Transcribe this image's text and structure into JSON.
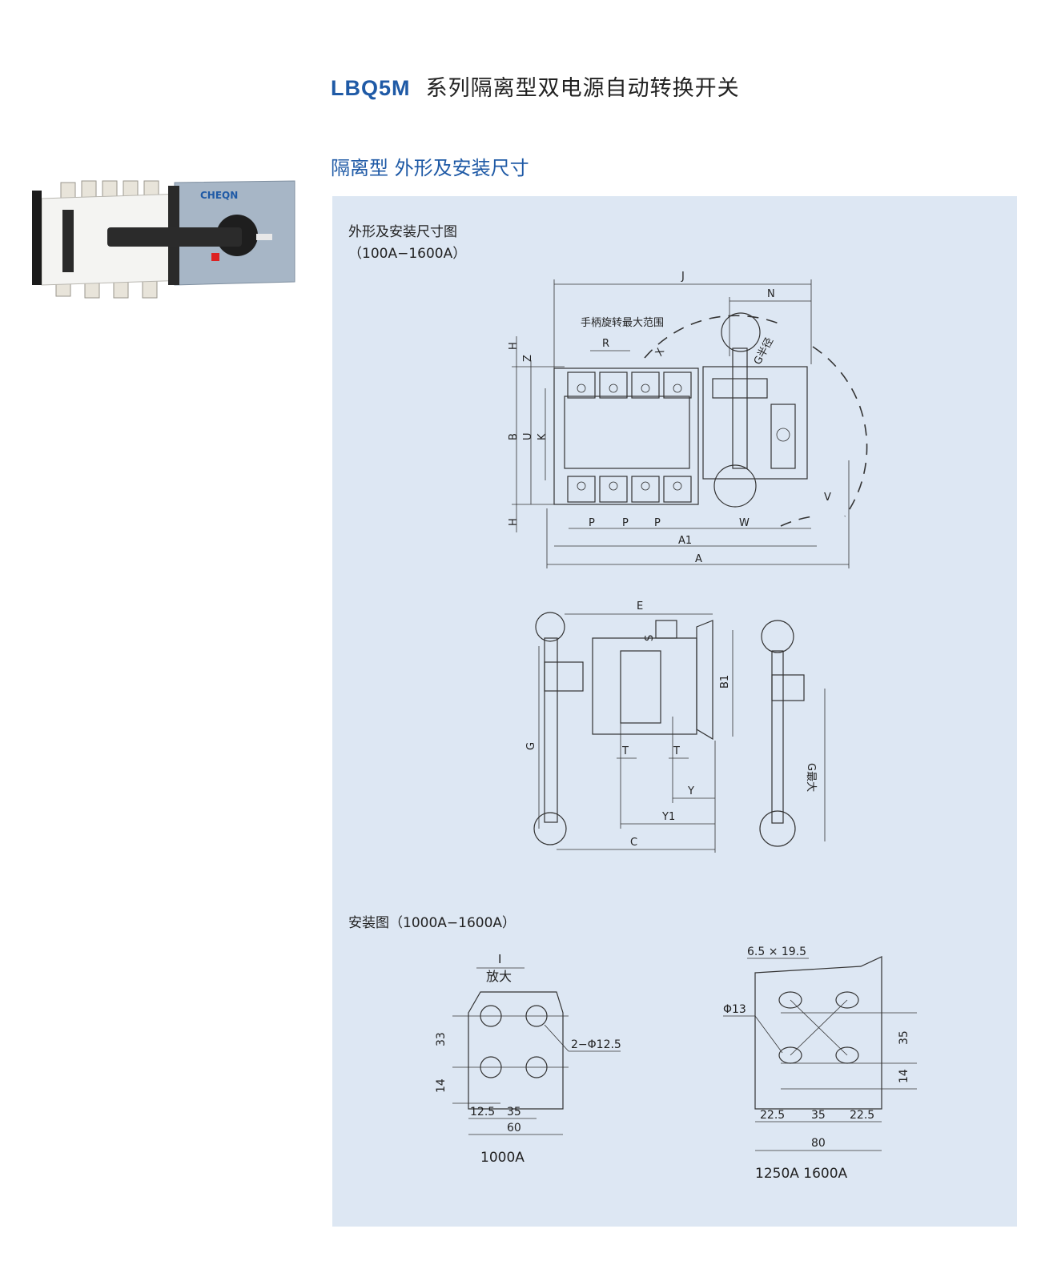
{
  "header": {
    "code": "LBQ5M",
    "title": "系列隔离型双电源自动转换开关"
  },
  "section_title": "隔离型  外形及安装尺寸",
  "product": {
    "brand": "CHEQN"
  },
  "panel": {
    "dim_title": "外形及安装尺寸图",
    "dim_range": "（100A−1600A）",
    "install_title": "安装图（1000A−1600A）"
  },
  "diagram_front": {
    "labels": {
      "J": "J",
      "N": "N",
      "R": "R",
      "X": "X",
      "G_radius": "G半径",
      "handle_note": "手柄旋转最大范围",
      "H_top": "H",
      "Z": "Z",
      "B": "B",
      "U": "U",
      "K": "K",
      "H_bot": "H",
      "P1": "P",
      "P2": "P",
      "P3": "P",
      "W": "W",
      "A1": "A1",
      "A": "A",
      "V": "V"
    }
  },
  "diagram_side": {
    "labels": {
      "E": "E",
      "S": "S",
      "B1": "B1",
      "G": "G",
      "T1": "T",
      "T2": "T",
      "Y": "Y",
      "Y1": "Y1",
      "C": "C",
      "G_max": "G最大"
    }
  },
  "install_1000": {
    "section": "I",
    "zoom": "放大",
    "d33": "33",
    "d14": "14",
    "hole": "2−Φ12.5",
    "d12_5": "12.5",
    "d35": "35",
    "d60": "60",
    "caption": "1000A"
  },
  "install_1250": {
    "slot": "6.5 × 19.5",
    "hole": "Φ13",
    "d35": "35",
    "d14": "14",
    "d22_5a": "22.5",
    "d35b": "35",
    "d22_5b": "22.5",
    "d80": "80",
    "caption": "1250A  1600A"
  }
}
